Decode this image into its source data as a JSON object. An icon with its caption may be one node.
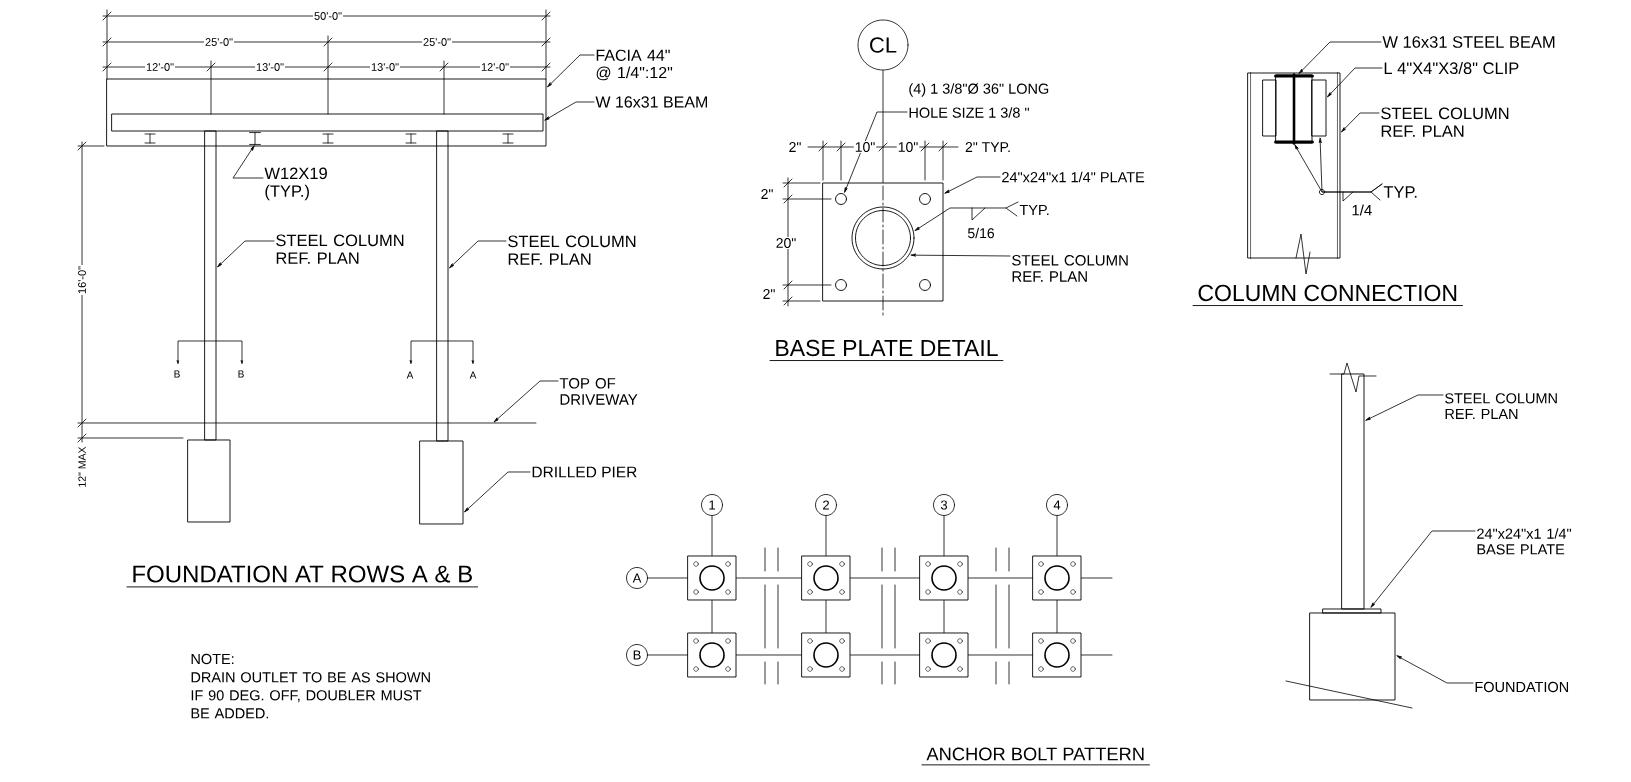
{
  "diagram": {
    "nodes": [
      {
        "text": [],
        "shape": "box"
      },
      {
        "text": [],
        "shape": "bar",
        "in": 0
      },
      {
        "text": [],
        "shape": "bar"
      },
      {
        "text": [],
        "shape": "bar"
      },
      {
        "text": [],
        "shape": "box"
      },
      {
        "text": [],
        "shape": "box"
      },
      {
        "text": [
          "FACIA 44\" @ 1/4\":12\""
        ]
      },
      {
        "text": [
          "W 16x31 BEAM"
        ]
      },
      {
        "text": [
          "W12X19 (TYP.)"
        ]
      },
      {
        "text": [
          "STEEL COLUMN REF. PLAN"
        ]
      },
      {
        "text": [
          "STEEL COLUMN REF. PLAN"
        ]
      },
      {
        "text": [
          "TOP OF DRIVEWAY"
        ]
      },
      {
        "text": [
          "DRILLED PIER"
        ]
      },
      {
        "text": [
          "CL"
        ]
      },
      {
        "text": [
          "(4) 1 3/8\"Ø 36\" LONG",
          "HOLE SIZE 1 3/8 \""
        ]
      },
      {
        "text": [],
        "shape": "box"
      },
      {
        "text": [],
        "shape": "circle",
        "in": 15
      },
      {
        "text": [],
        "shape": "circle",
        "in": 15
      },
      {
        "text": [],
        "shape": "circle",
        "in": 15
      },
      {
        "text": [],
        "shape": "circle",
        "in": 15
      },
      {
        "text": [],
        "shape": "circle",
        "in": 15
      },
      {
        "text": [
          "24\"x24\"x1 1/4\" PLATE"
        ]
      },
      {
        "text": [
          "TYP."
        ],
        "beside": [
          "5/16"
        ]
      },
      {
        "text": [
          "STEEL COLUMN REF. PLAN"
        ]
      },
      {
        "text": [],
        "shape": "box"
      },
      {
        "text": [],
        "shape": "box",
        "in": 24
      },
      {
        "text": [],
        "shape": "bar",
        "in": 24
      },
      {
        "text": [],
        "shape": "box",
        "in": 24
      },
      {
        "text": [
          "W 16x31 STEEL BEAM"
        ]
      },
      {
        "text": [
          "L 4\"X4\"X3/8\" CLIP"
        ]
      },
      {
        "text": [
          "STEEL COLUMN REF. PLAN"
        ]
      },
      {
        "text": [
          "TYP."
        ],
        "beside": [
          "1/4"
        ]
      },
      {
        "text": [],
        "shape": "bar"
      },
      {
        "text": [],
        "shape": "bar"
      },
      {
        "text": [],
        "shape": "box"
      },
      {
        "text": [
          "STEEL COLUMN REF. PLAN"
        ]
      },
      {
        "text": [
          "24\"x24\"x1 1/4\" BASE PLATE"
        ]
      },
      {
        "text": [
          "FOUNDATION"
        ]
      },
      {
        "text": [
          "1"
        ]
      },
      {
        "text": [
          "2"
        ]
      },
      {
        "text": [
          "3"
        ]
      },
      {
        "text": [
          "4"
        ]
      },
      {
        "text": [
          "A"
        ]
      },
      {
        "text": [],
        "shape": "box"
      },
      {
        "text": [],
        "shape": "box"
      },
      {
        "text": [],
        "shape": "box"
      },
      {
        "text": [],
        "shape": "box"
      },
      {
        "text": [
          "B"
        ]
      },
      {
        "text": [],
        "shape": "box"
      },
      {
        "text": [],
        "shape": "box"
      },
      {
        "text": [],
        "shape": "box"
      },
      {
        "text": [],
        "shape": "box"
      },
      {
        "text": [],
        "shape": "beam",
        "in": 0
      }
    ],
    "edges": [
      {
        "from": 6,
        "to": 0,
        "arrow": "to"
      },
      {
        "from": 7,
        "to": 1,
        "arrow": "to"
      },
      {
        "from": 8,
        "to": 52,
        "arrow": "to"
      },
      {
        "from": 9,
        "to": 2,
        "arrow": "to"
      },
      {
        "from": 10,
        "to": 3,
        "arrow": "to"
      },
      {
        "from": 11,
        "to": null,
        "arrow": "to"
      },
      {
        "from": 12,
        "to": 5,
        "arrow": "to"
      },
      {
        "from": 13,
        "to": 15,
        "arrow": "none"
      },
      {
        "from": 14,
        "to": 16,
        "arrow": "to"
      },
      {
        "from": 21,
        "to": 15,
        "arrow": "to"
      },
      {
        "from": 22,
        "to": 18,
        "arrow": "to"
      },
      {
        "from": 23,
        "to": 18,
        "arrow": "to"
      },
      {
        "from": 28,
        "to": 26,
        "arrow": "to"
      },
      {
        "from": 29,
        "to": 27,
        "arrow": "to"
      },
      {
        "from": 30,
        "to": 24,
        "arrow": "to"
      },
      {
        "from": 31,
        "to": 26,
        "arrow": "to"
      },
      {
        "from": 31,
        "to": 27,
        "arrow": "to"
      },
      {
        "from": 35,
        "to": 32,
        "arrow": "to"
      },
      {
        "from": 36,
        "to": 33,
        "arrow": "to"
      },
      {
        "from": 37,
        "to": 34,
        "arrow": "to"
      },
      {
        "from": 38,
        "to": 43,
        "arrow": "none"
      },
      {
        "from": 43,
        "to": 48,
        "arrow": "none"
      },
      {
        "from": 39,
        "to": 44,
        "arrow": "none"
      },
      {
        "from": 44,
        "to": 49,
        "arrow": "none"
      },
      {
        "from": 40,
        "to": 45,
        "arrow": "none"
      },
      {
        "from": 45,
        "to": 50,
        "arrow": "none"
      },
      {
        "from": 41,
        "to": 46,
        "arrow": "none"
      },
      {
        "from": 46,
        "to": 51,
        "arrow": "none"
      },
      {
        "from": 42,
        "to": 43,
        "arrow": "none"
      },
      {
        "from": 43,
        "to": 44,
        "arrow": "none"
      },
      {
        "from": 44,
        "to": 45,
        "arrow": "none"
      },
      {
        "from": 45,
        "to": 46,
        "arrow": "none"
      },
      {
        "from": 46,
        "to": null,
        "arrow": "none"
      },
      {
        "from": 47,
        "to": 48,
        "arrow": "none"
      },
      {
        "from": 48,
        "to": 49,
        "arrow": "none"
      },
      {
        "from": 49,
        "to": 50,
        "arrow": "none"
      },
      {
        "from": 50,
        "to": 51,
        "arrow": "none"
      },
      {
        "from": 51,
        "to": null,
        "arrow": "none"
      }
    ],
    "labels": [
      "50'-0\"",
      "25'-0\"",
      "25'-0\"",
      "12'-0\"",
      "13'-0\"",
      "13'-0\"",
      "12'-0\"",
      "16'-0\"",
      "B",
      "B",
      "A",
      "A",
      "12\" MAX",
      "FOUNDATION AT ROWS A & B",
      "NOTE:",
      "DRAIN OUTLET TO BE AS SHOWN IF 90 DEG. OFF, DOUBLER MUST BE ADDED.",
      "2\"",
      "10\"",
      "10\"",
      "2\" TYP.",
      "2\"",
      "20\"",
      "2\"",
      "BASE PLATE DETAIL",
      "COLUMN CONNECTION",
      "ANCHOR BOLT PATTERN"
    ]
  }
}
